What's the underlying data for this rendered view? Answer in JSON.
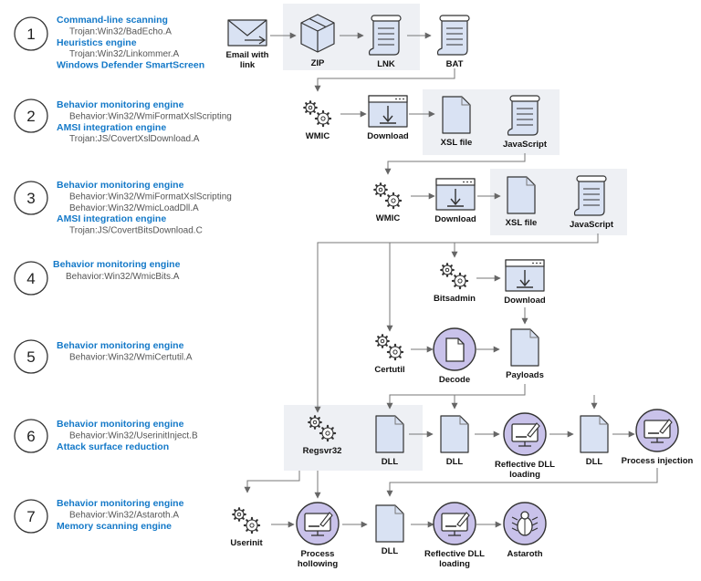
{
  "stages": [
    {
      "num": "1",
      "lines": [
        {
          "t": "Command-line scanning",
          "k": "h"
        },
        {
          "t": "Trojan:Win32/BadEcho.A",
          "k": "d"
        },
        {
          "t": "Heuristics engine",
          "k": "h"
        },
        {
          "t": "Trojan:Win32/Linkommer.A",
          "k": "d"
        },
        {
          "t": "Windows Defender SmartScreen",
          "k": "h"
        }
      ]
    },
    {
      "num": "2",
      "lines": [
        {
          "t": "Behavior monitoring engine",
          "k": "h"
        },
        {
          "t": "Behavior:Win32/WmiFormatXslScripting",
          "k": "d"
        },
        {
          "t": "AMSI integration engine",
          "k": "h"
        },
        {
          "t": "Trojan:JS/CovertXslDownload.A",
          "k": "d"
        }
      ]
    },
    {
      "num": "3",
      "lines": [
        {
          "t": "Behavior monitoring engine",
          "k": "h"
        },
        {
          "t": "Behavior:Win32/WmiFormatXslScripting",
          "k": "d"
        },
        {
          "t": "Behavior:Win32/WmicLoadDll.A",
          "k": "d"
        },
        {
          "t": "AMSI integration engine",
          "k": "h"
        },
        {
          "t": "Trojan:JS/CovertBitsDownload.C",
          "k": "d"
        }
      ]
    },
    {
      "num": "4",
      "lines": [
        {
          "t": "Behavior monitoring engine",
          "k": "h"
        },
        {
          "t": "Behavior:Win32/WmicBits.A",
          "k": "d"
        }
      ]
    },
    {
      "num": "5",
      "lines": [
        {
          "t": "Behavior monitoring engine",
          "k": "h"
        },
        {
          "t": "Behavior:Win32/WmiCertutil.A",
          "k": "d"
        }
      ]
    },
    {
      "num": "6",
      "lines": [
        {
          "t": "Behavior monitoring engine",
          "k": "h"
        },
        {
          "t": "Behavior:Win32/UserinitInject.B",
          "k": "d"
        },
        {
          "t": "Attack surface reduction",
          "k": "h"
        }
      ]
    },
    {
      "num": "7",
      "lines": [
        {
          "t": "Behavior monitoring engine",
          "k": "h"
        },
        {
          "t": "Behavior:Win32/Astaroth.A",
          "k": "d"
        },
        {
          "t": "Memory scanning engine",
          "k": "h"
        }
      ]
    }
  ],
  "nodes": {
    "email": [
      "Email with",
      "link"
    ],
    "zip": "ZIP",
    "lnk": "LNK",
    "bat": "BAT",
    "wmic": "WMIC",
    "download": "Download",
    "xsl": "XSL file",
    "javascript": "JavaScript",
    "bitsadmin": "Bitsadmin",
    "certutil": "Certutil",
    "decode": "Decode",
    "payloads": "Payloads",
    "regsvr32": "Regsvr32",
    "dll": "DLL",
    "reflective": [
      "Reflective DLL",
      "loading"
    ],
    "process_injection": "Process injection",
    "userinit": "Userinit",
    "process_hollowing": [
      "Process",
      "hollowing"
    ],
    "astaroth": "Astaroth"
  },
  "icon_names": [
    "envelope-icon",
    "box-icon",
    "scroll-icon",
    "gears-icon",
    "download-window-icon",
    "document-icon",
    "monitor-icon",
    "bug-icon"
  ],
  "colors": {
    "heading_blue": "#1479c8",
    "detail_gray": "#555555",
    "icon_fill": "#d9e2f3",
    "shade": "#eef0f4",
    "circle_purple": "#c9c2ea"
  }
}
